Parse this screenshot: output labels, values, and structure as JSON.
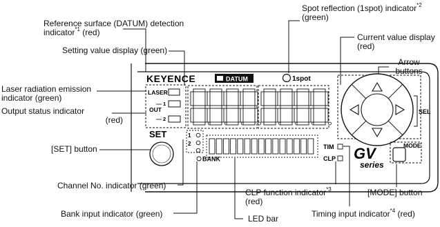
{
  "callouts": {
    "datum_l1": "Reference surface (DATUM) detection",
    "datum_l2": "indicator",
    "datum_sup": "*1",
    "datum_l2b": " (red)",
    "spot_l1": "Spot reflection (1spot) indicator",
    "spot_sup": "*2",
    "spot_l2": "(green)",
    "setting": "Setting value display (green)",
    "current_l1": "Current value display",
    "current_l2": "(red)",
    "arrow_l1": "Arrow",
    "arrow_l2": "buttons",
    "laser_l1": "Laser radiation emission",
    "laser_l2": "indicator (green)",
    "output_l1": "Output status indicator",
    "output_l2": "(red)",
    "set_button": "[SET] button",
    "channel": "Channel No. indicator (green)",
    "bank": "Bank input indicator (green)",
    "clp_l1": "CLP function indicator",
    "clp_sup": "*3",
    "clp_l2": "(red)",
    "ledbar": "LED bar",
    "mode_button": "[MODE] button",
    "timing": "Timing input indicator",
    "timing_sup": "*4",
    "timing_b": " (red)"
  },
  "panel": {
    "brand": "KEYENCE",
    "datum": "DATUM",
    "spot": "1spot",
    "laser": "LASER",
    "out": "OUT",
    "out1": "1",
    "out2": "2",
    "set": "SET",
    "ch1": "1",
    "ch2": "2",
    "bank": "BANK",
    "tim": "TIM",
    "clp": "CLP",
    "sel": "SEL",
    "mode": "MODE",
    "series_logo": "GV",
    "series_text": "series",
    "digits_left": "8.8.8.8.",
    "digits_right": "8.8.8.8."
  },
  "colors": {
    "line": "#111111",
    "panel_bg": "#ffffff"
  }
}
